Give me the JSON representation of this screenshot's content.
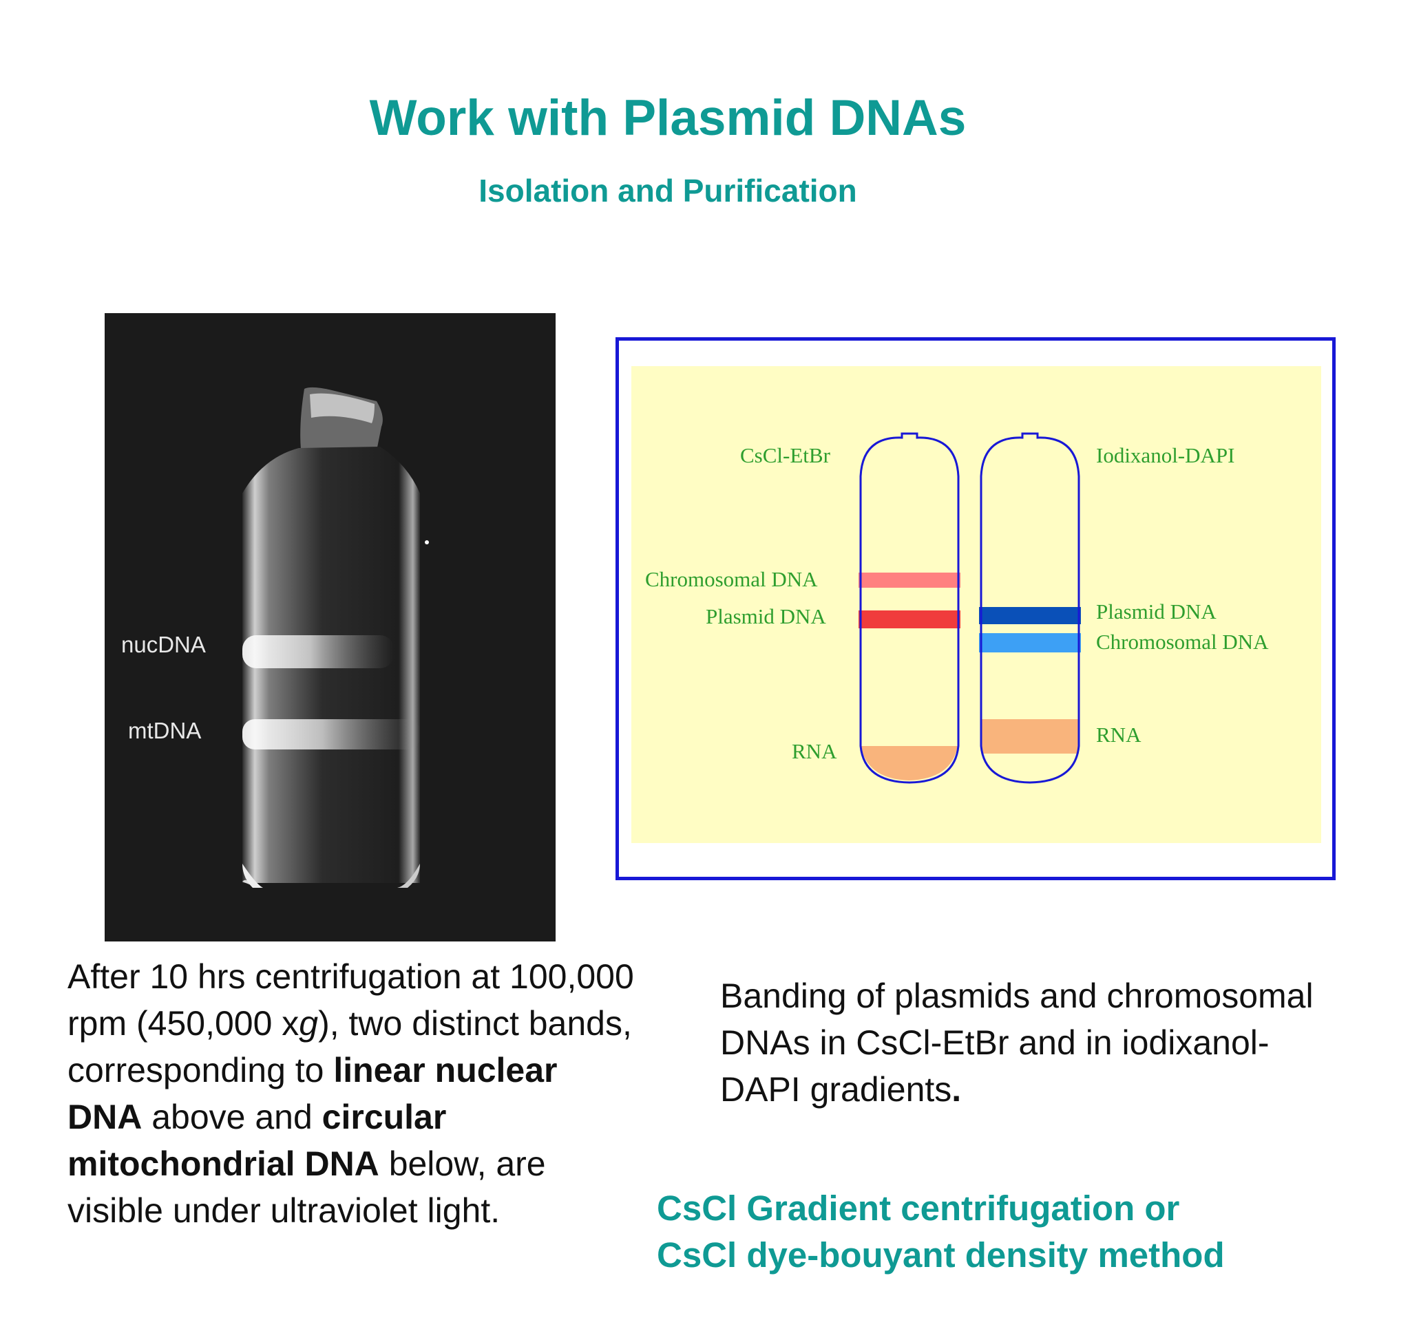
{
  "header": {
    "title": "Work with Plasmid DNAs",
    "subtitle": "Isolation and Purification"
  },
  "photo": {
    "label_nuc": "nucDNA",
    "label_mt": "mtDNA"
  },
  "diagram": {
    "left_tube_title": "CsCl-EtBr",
    "right_tube_title": "Iodixanol-DAPI",
    "left_bands": [
      "Chromosomal DNA",
      "Plasmid DNA",
      "RNA"
    ],
    "right_bands": [
      "Plasmid DNA",
      "Chromosomal DNA",
      "RNA"
    ],
    "colors": {
      "frame": "#1818d6",
      "background": "#fffdc4",
      "label": "#2e9e2e",
      "left_chromosomal": "#ff8080",
      "left_plasmid": "#f03c3c",
      "right_plasmid": "#0a50b8",
      "right_chromosomal": "#3da0f5",
      "rna": "#f9b47c"
    }
  },
  "caption_left": {
    "p1": "After 10 hrs centrifugation at 100,000 rpm (450,000 x",
    "p1_italic": "g",
    "p2": "), two distinct bands, corresponding to ",
    "bold1": "linear nuclear DNA",
    "p3": " above and ",
    "bold2": "circular mitochondrial DNA",
    "p4": " below, are visible under ultraviolet light."
  },
  "caption_right": {
    "text": "Banding of plasmids and chromosomal DNAs in CsCl-EtBr and in iodixanol-DAPI gradients",
    "period": "."
  },
  "method": {
    "line1": "CsCl Gradient centrifugation or",
    "line2": "CsCl dye-bouyant density method"
  }
}
